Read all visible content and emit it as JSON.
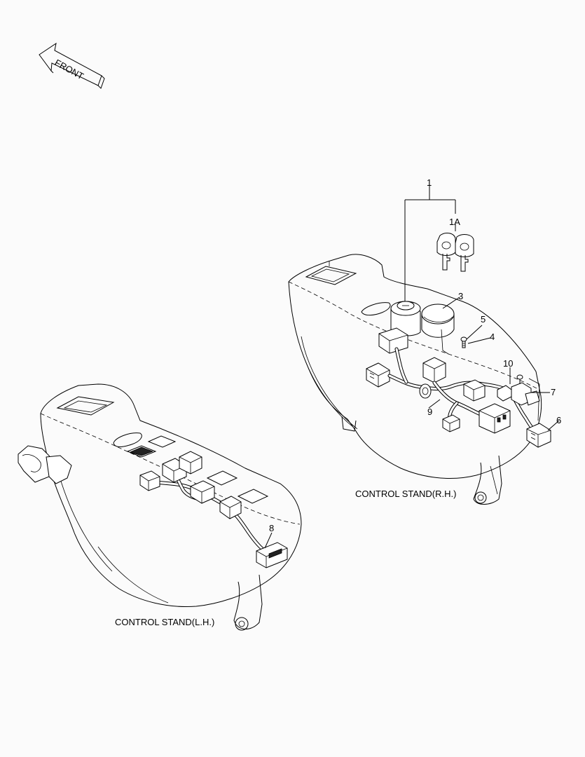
{
  "front_arrow": {
    "label": "FRONT"
  },
  "callouts": {
    "c1": "1",
    "c1a": "1A",
    "c3": "3",
    "c4": "4",
    "c5": "5",
    "c6": "6",
    "c7": "7",
    "c8": "8",
    "c9": "9",
    "c10": "10"
  },
  "captions": {
    "rh": "CONTROL STAND(R.H.)",
    "lh": "CONTROL STAND(L.H.)"
  }
}
